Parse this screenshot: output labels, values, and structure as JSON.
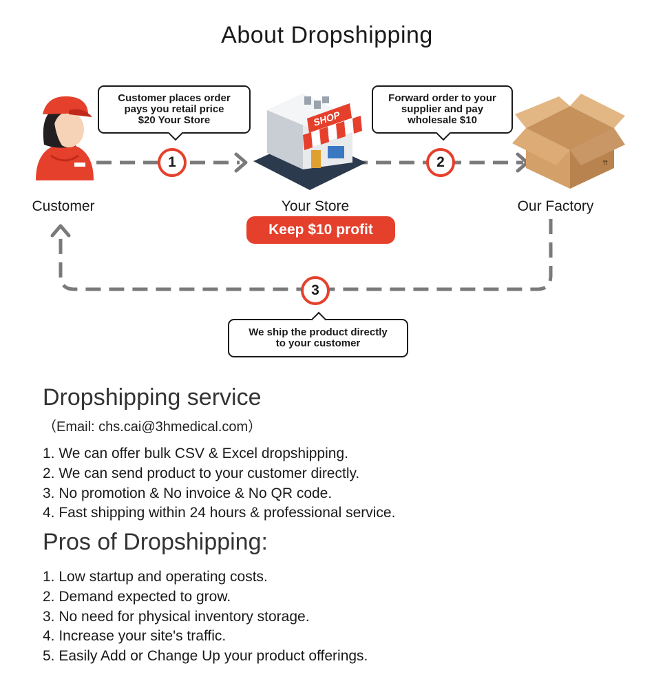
{
  "title": "About Dropshipping",
  "nodes": {
    "customer": "Customer",
    "store": "Your Store",
    "factory": "Our Factory",
    "store_sign": "SHOP"
  },
  "bubbles": {
    "one": [
      "Customer places order",
      "pays you retail price",
      "$20 Your Store"
    ],
    "two": [
      "Forward order to your",
      "supplier and pay",
      "wholesale $10"
    ],
    "three": [
      "We ship the product directly",
      "to your customer"
    ]
  },
  "steps": [
    "1",
    "2",
    "3"
  ],
  "profit_label": "Keep $10  profit",
  "service": {
    "heading": "Dropshipping service",
    "email": "（Email: chs.cai@3hmedical.com）",
    "items": [
      "1. We can offer bulk CSV & Excel dropshipping.",
      "2. We can send product to your customer directly.",
      "3. No promotion & No invoice & No QR code.",
      "4. Fast shipping within 24 hours & professional service."
    ]
  },
  "pros": {
    "heading": "Pros of Dropshipping:",
    "items": [
      "1. Low startup and operating costs.",
      "2. Demand expected to grow.",
      "3. No need for physical inventory storage.",
      "4. Increase your site's traffic.",
      "5. Easily Add or Change Up your product offerings."
    ]
  },
  "colors": {
    "accent": "#e5402c",
    "arrow": "#7a7a7a",
    "box": "#d4a06a"
  }
}
